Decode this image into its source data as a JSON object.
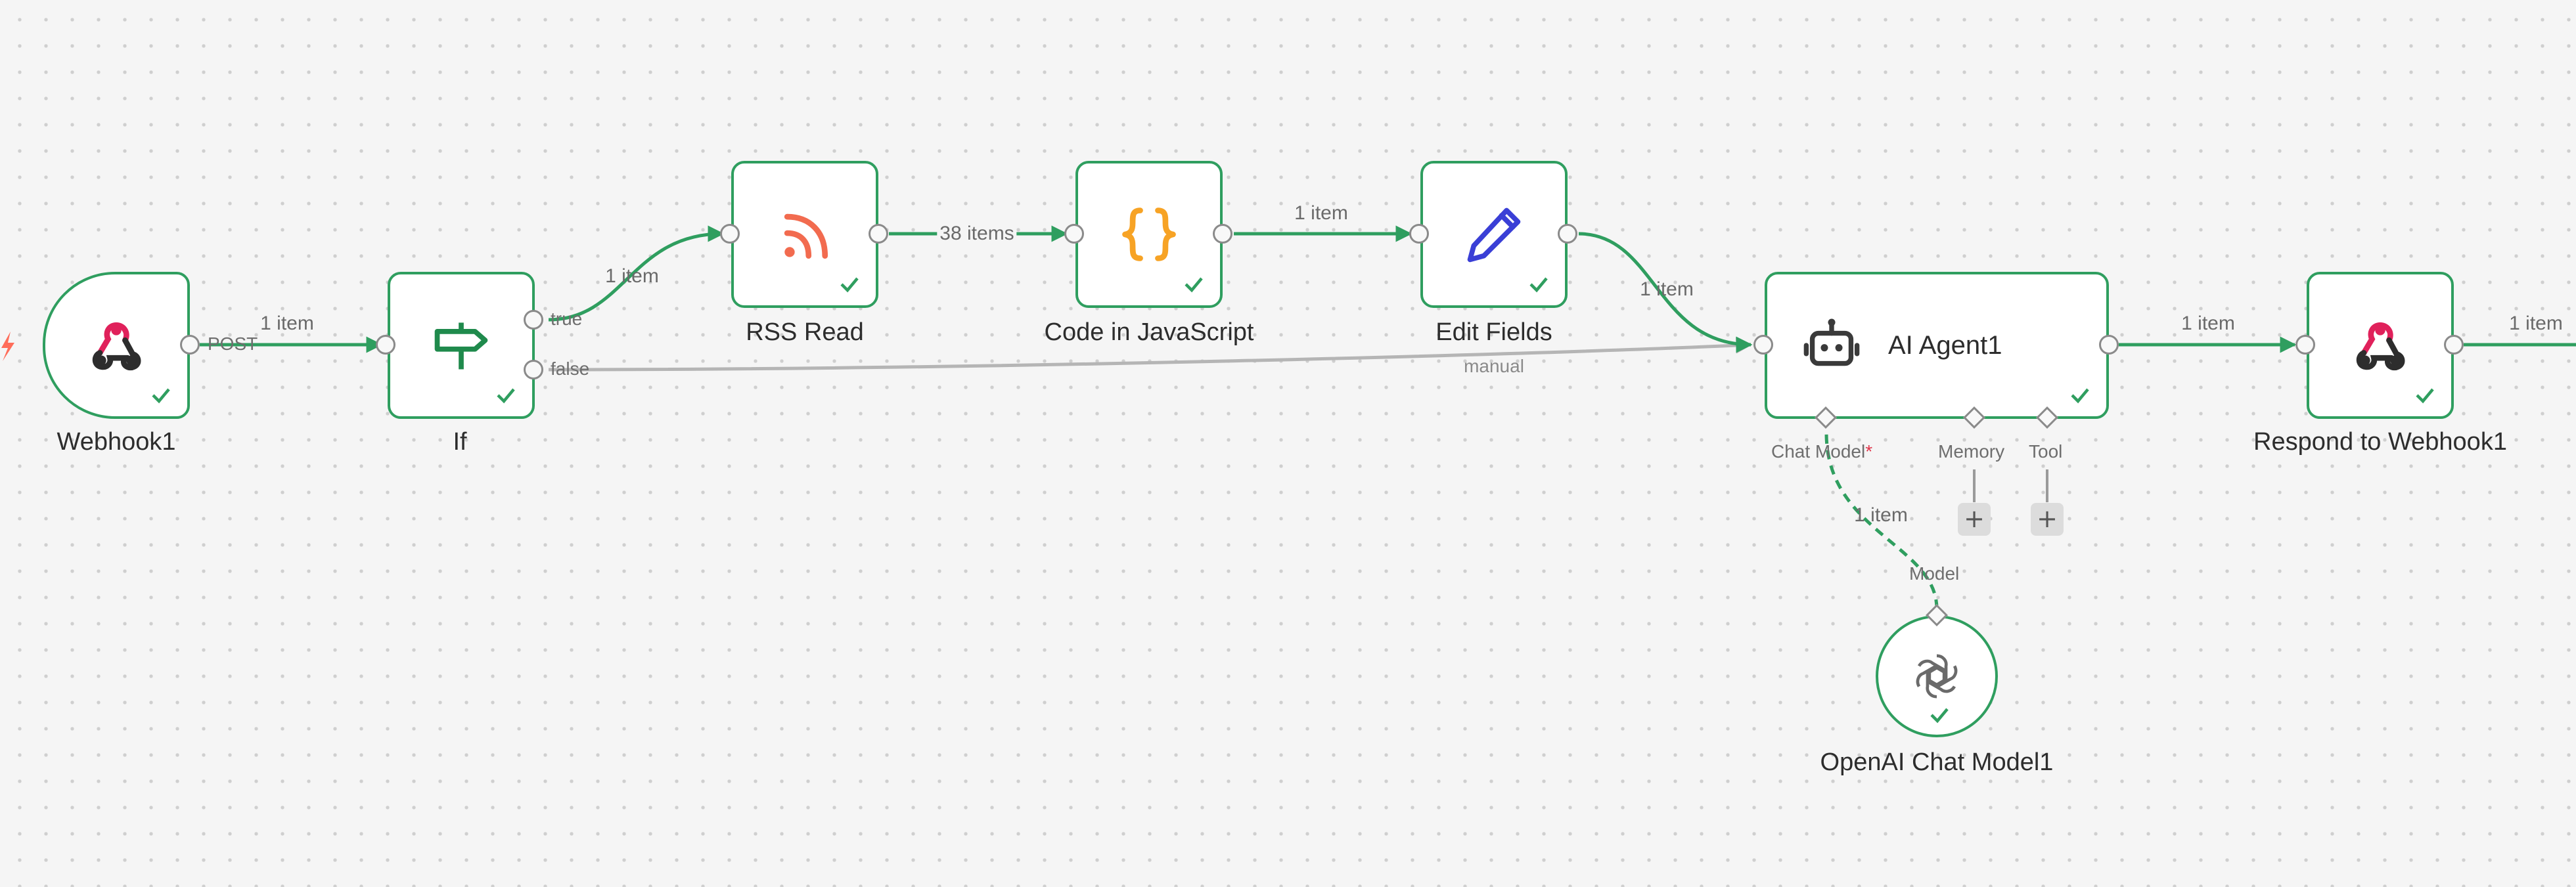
{
  "nodes": {
    "webhook": {
      "title": "Webhook1",
      "icon": "webhook-icon"
    },
    "if": {
      "title": "If",
      "icon": "signpost-icon"
    },
    "rss": {
      "title": "RSS Read",
      "icon": "rss-icon"
    },
    "code": {
      "title": "Code in JavaScript",
      "icon": "braces-icon"
    },
    "edit": {
      "title": "Edit Fields",
      "subtitle": "manual",
      "icon": "pencil-icon"
    },
    "agent": {
      "title": "AI Agent1",
      "icon": "robot-icon"
    },
    "respond": {
      "title": "Respond to Webhook1",
      "icon": "webhook-icon"
    },
    "openai": {
      "title": "OpenAI Chat Model1",
      "icon": "openai-icon"
    }
  },
  "ports": {
    "webhook_out": "POST",
    "if_true": "true",
    "if_false": "false",
    "agent_chat_model": "Chat Model",
    "agent_chat_model_required": "*",
    "agent_memory": "Memory",
    "agent_tool": "Tool",
    "openai_model": "Model"
  },
  "edges": {
    "webhook_if": "1 item",
    "if_rss": "1 item",
    "rss_code": "38 items",
    "code_edit": "1 item",
    "edit_agent": "1 item",
    "agent_respond": "1 item",
    "respond_next": "1 item",
    "openai_agent": "1 item"
  },
  "buttons": {
    "add_memory": "+",
    "add_tool": "+"
  },
  "colors": {
    "success": "#2f9e5f",
    "inactive_edge": "#b5b5b5",
    "webhook_red": "#e0215b",
    "rss_orange": "#f26b4f",
    "code_orange": "#f7a325",
    "pencil_blue": "#3a3fd6",
    "trigger_orange": "#ff6d5a"
  }
}
